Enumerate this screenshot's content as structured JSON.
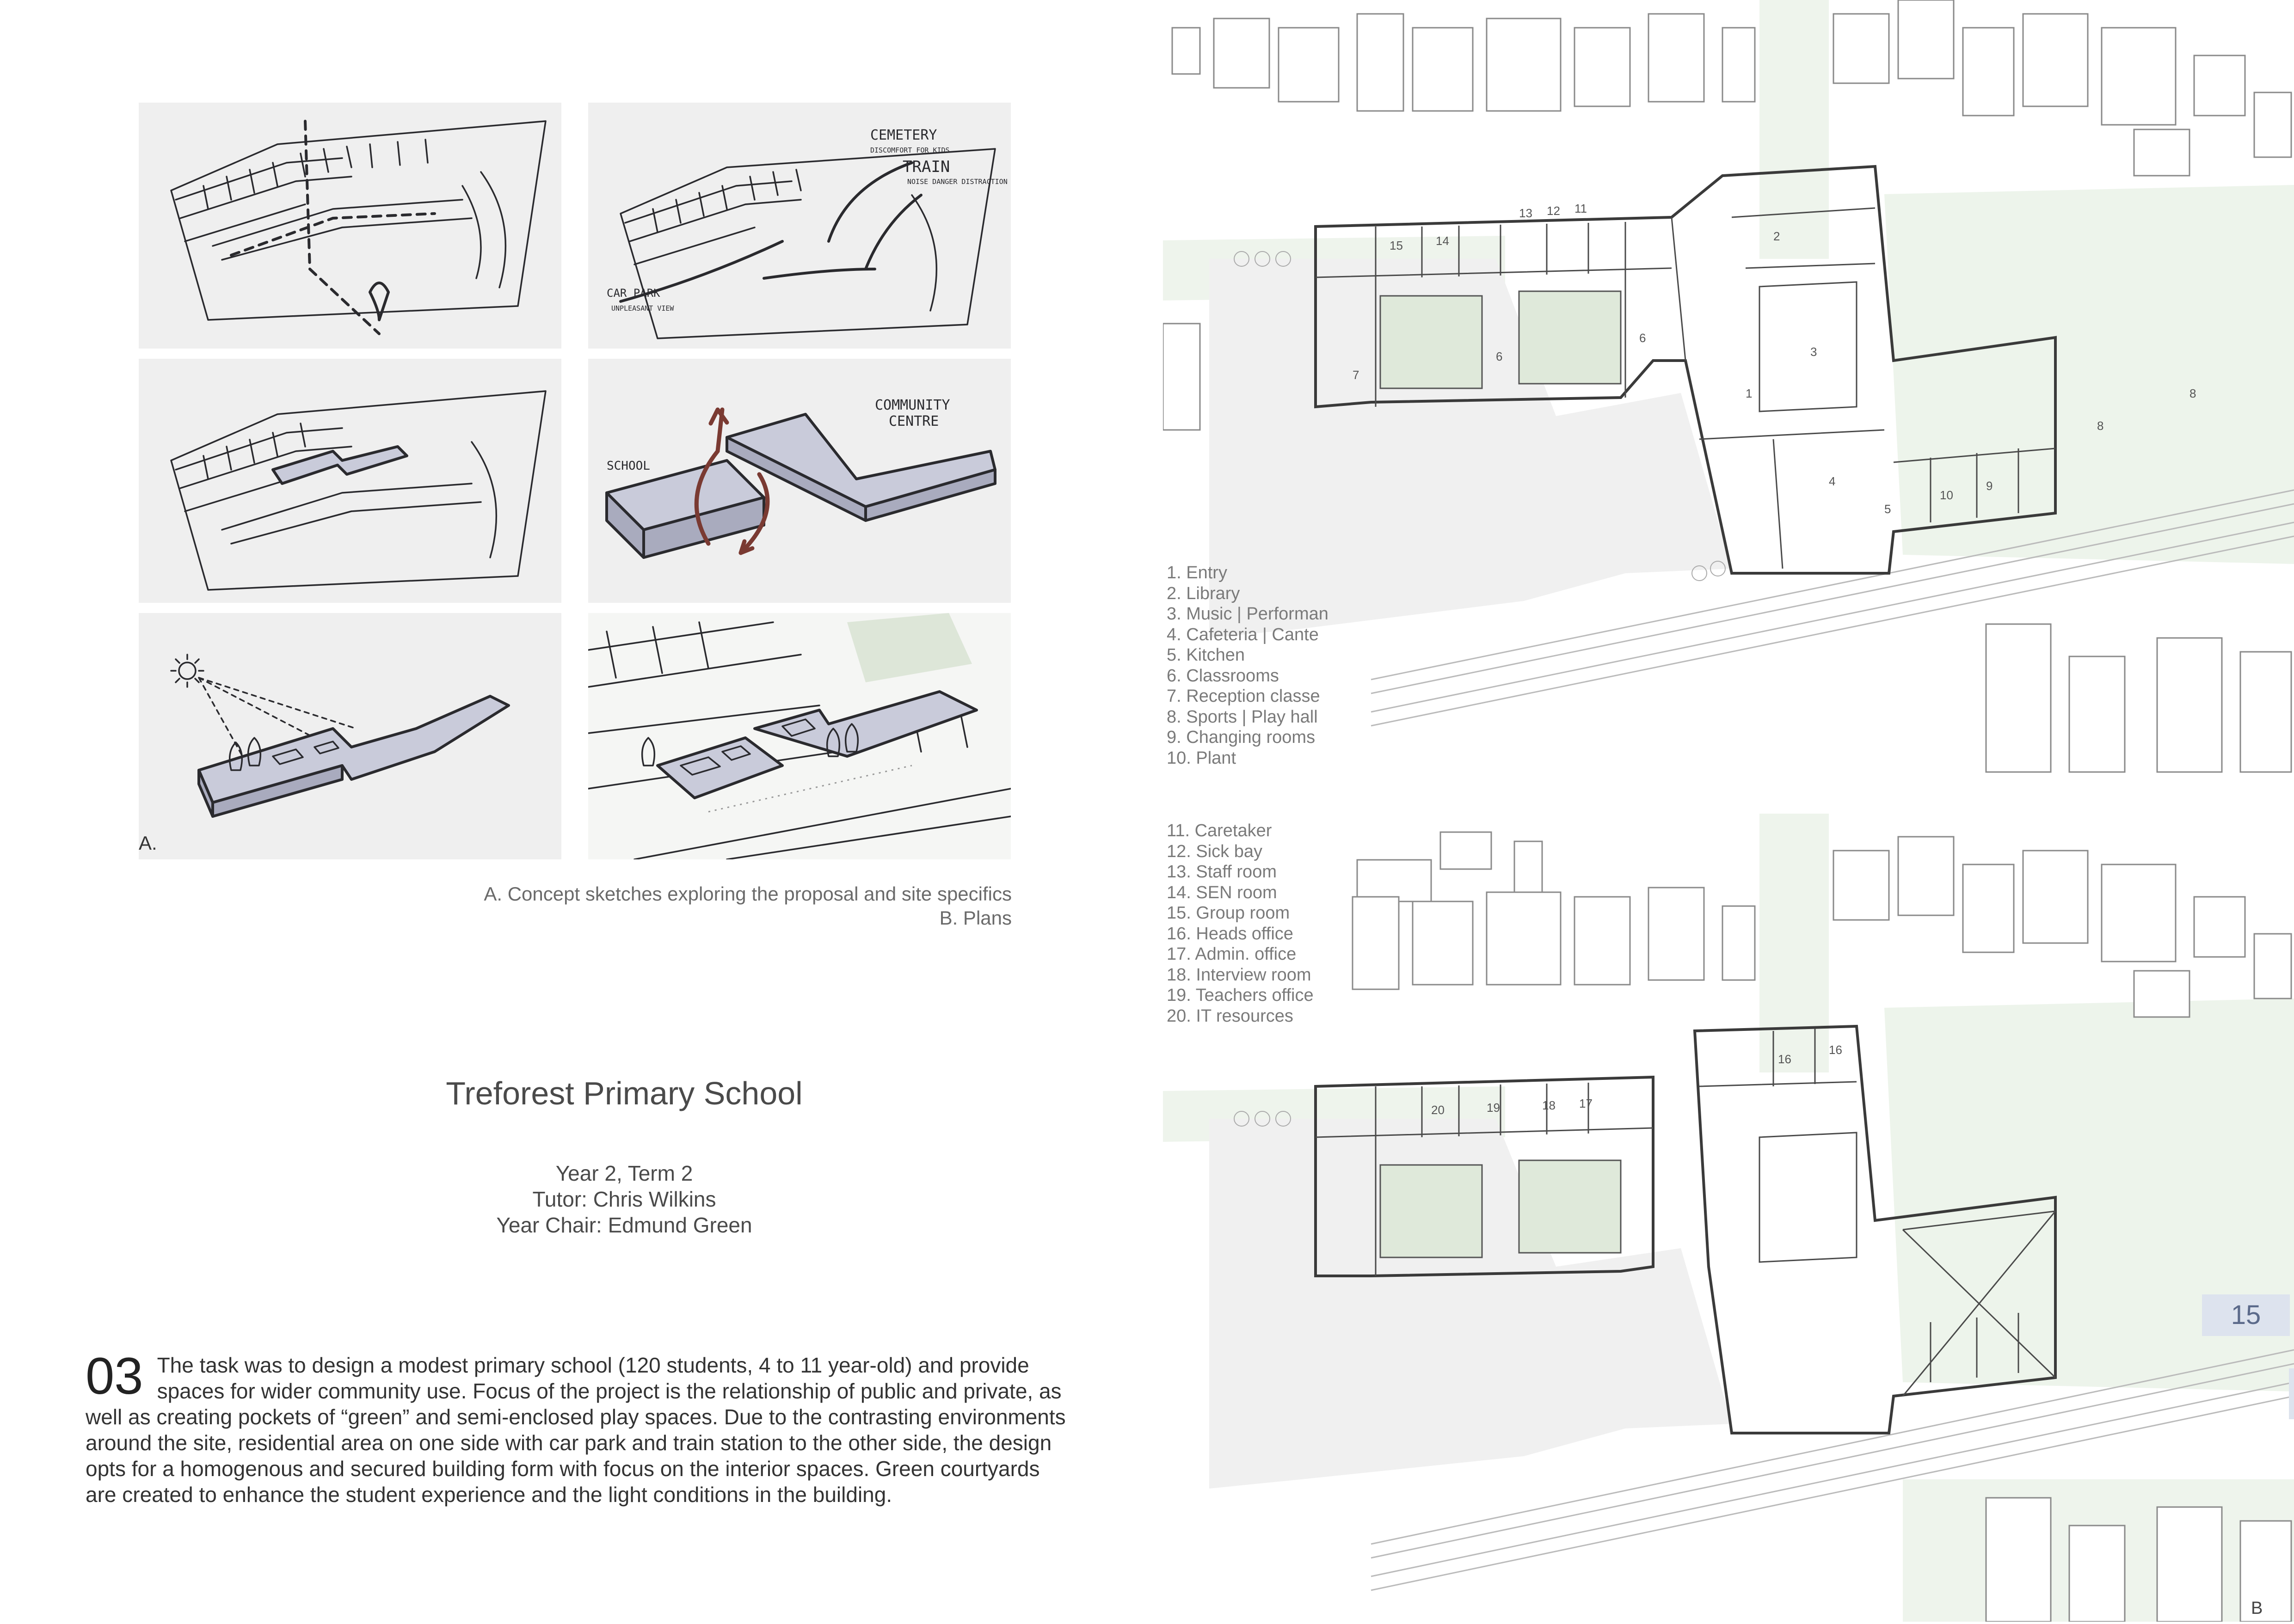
{
  "sketches": {
    "tile2_labels": [
      "CEMETERY",
      "DISCOMFORT FOR KIDS",
      "TRAIN",
      "NOISE DANGER DISTRACTION",
      "CAR PARK",
      "UNPLEASANT VIEW"
    ],
    "tile4_labels": [
      "COMMUNITY",
      "CENTRE",
      "SCHOOL"
    ],
    "panel_letter": "A."
  },
  "caption": {
    "line1": "A. Concept sketches exploring the proposal and site specifics",
    "line2": "B. Plans"
  },
  "project": {
    "title": "Treforest Primary School",
    "line1": "Year 2, Term 2",
    "line2": "Tutor:  Chris Wilkins",
    "line3": "Year Chair: Edmund Green"
  },
  "description": {
    "number": "03",
    "text": "The task was to design a modest primary school (120 students, 4 to 11 year-old) and provide spaces for wider community use. Focus of the project is the relationship of public and private, as well as creating pockets of “green” and semi-enclosed play spaces. Due to the contrasting environments around the site, residential area on one side with car park and train station to the other side, the design opts for a homogenous and secured building form with focus on the interior spaces. Green courtyards are created to enhance the student experience and the light conditions in the building."
  },
  "legend_ground": [
    "1. Entry",
    "2. Library",
    "3. Music | Performan",
    "4. Cafeteria | Cante",
    "5. Kitchen",
    "6. Classrooms",
    "7. Reception classe",
    "8. Sports  |  Play hall",
    "9. Changing rooms",
    "10. Plant"
  ],
  "legend_first": [
    "11. Caretaker",
    "12. Sick bay",
    "13. Staff room",
    "14. SEN room",
    "15. Group room",
    "16. Heads office",
    "17. Admin. office",
    "18. Interview room",
    "19. Teachers office",
    "20. IT resources"
  ],
  "plan_numbers_ground": [
    "15",
    "14",
    "13",
    "12",
    "11",
    "2",
    "3",
    "1",
    "4",
    "5",
    "6",
    "6",
    "7",
    "8",
    "8",
    "10",
    "9"
  ],
  "plan_numbers_first": [
    "20",
    "19",
    "18",
    "17",
    "16",
    "16"
  ],
  "page_number": "15",
  "plan_letter": "B"
}
